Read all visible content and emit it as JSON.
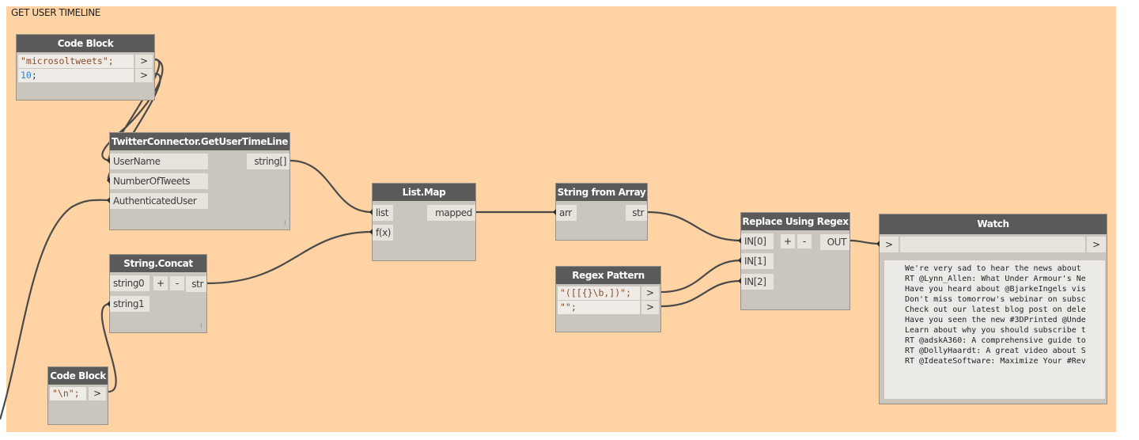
{
  "group": {
    "title": "GET USER TIMELINE"
  },
  "code_block_1": {
    "title": "Code Block",
    "line1": "\"microsoltweets\";",
    "line2_num": "10",
    "line2_rest": ";",
    "out": ">"
  },
  "twitter": {
    "title": "TwitterConnector.GetUserTimeLine",
    "in1": "UserName",
    "in2": "NumberOfTweets",
    "in3": "AuthenticatedUser",
    "out": "string[]"
  },
  "string_concat": {
    "title": "String.Concat",
    "in1": "string0",
    "in2": "string1",
    "plus": "+",
    "minus": "-",
    "out": "str"
  },
  "code_block_2": {
    "title": "Code Block",
    "line1": "\"\\n\";",
    "out": ">"
  },
  "list_map": {
    "title": "List.Map",
    "in1": "list",
    "in2": "f(x)",
    "out": "mapped"
  },
  "string_from_array": {
    "title": "String from Array",
    "in1": "arr",
    "out": "str"
  },
  "regex_pattern": {
    "title": "Regex Pattern",
    "line1": "\"([[{}\\b,])\";",
    "line2": "\"\";",
    "out": ">"
  },
  "replace_regex": {
    "title": "Replace Using Regex",
    "in1": "IN[0]",
    "in2": "IN[1]",
    "in3": "IN[2]",
    "plus": "+",
    "minus": "-",
    "out": "OUT"
  },
  "watch": {
    "title": "Watch",
    "in": ">",
    "out": ">",
    "lines": [
      "We're very sad to hear the news about",
      "RT @Lynn_Allen: What Under Armour's Ne",
      "Have you heard about @BjarkeIngels vis",
      "Don't miss tomorrow's webinar on subsc",
      "Check out our latest blog post on dele",
      "Have you seen the new #3DPrinted @Unde",
      "Learn about why you should subscribe t",
      "RT @adskA360: A comprehensive guide to",
      "RT @DollyHaardt: A great video about S",
      "RT @IdeateSoftware: Maximize Your #Rev"
    ]
  },
  "colors": {
    "group": "#ffd3a3",
    "header": "#5a5a5a",
    "node_body": "#cbc6bd",
    "wire": "#555555",
    "number": "#2b84d4"
  }
}
